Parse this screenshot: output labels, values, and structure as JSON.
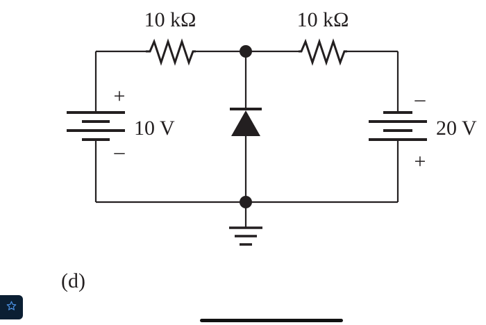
{
  "diagram": {
    "caption": "(d)",
    "resistor_left": {
      "value": "10 kΩ"
    },
    "resistor_right": {
      "value": "10 kΩ"
    },
    "battery_left": {
      "value": "10 V",
      "top_polarity": "+",
      "bottom_polarity": "–"
    },
    "battery_right": {
      "value": "20 V",
      "top_polarity": "–",
      "bottom_polarity": "+"
    }
  },
  "overlay": {
    "star_icon": "star-icon"
  },
  "colors": {
    "ink": "#231f20",
    "overlay_button": "#0b1f33",
    "overlay_icon": "#4a90e2"
  }
}
